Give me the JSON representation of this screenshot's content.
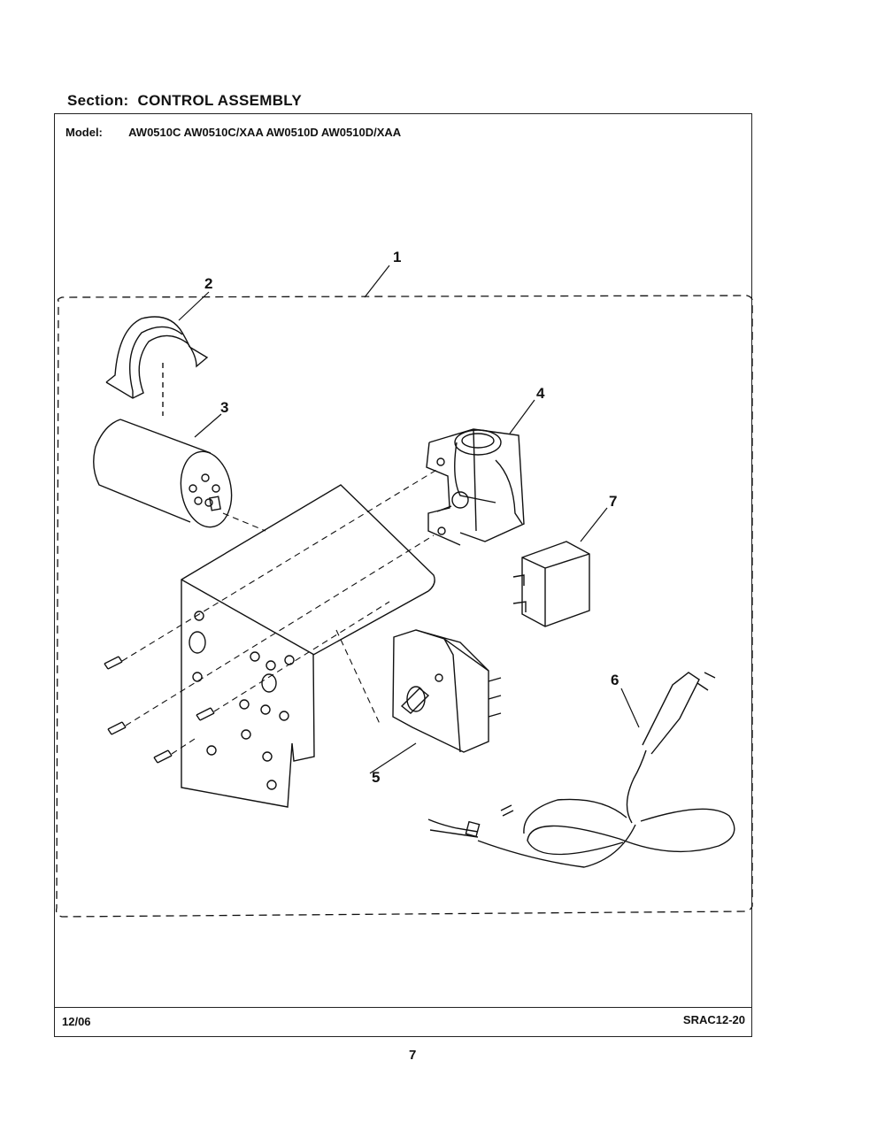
{
  "section": {
    "label": "Section:",
    "title": "CONTROL ASSEMBLY"
  },
  "model": {
    "label": "Model:",
    "numbers": "AW0510C AW0510C/XAA AW0510D AW0510D/XAA"
  },
  "callouts": [
    "1",
    "2",
    "3",
    "4",
    "5",
    "6",
    "7"
  ],
  "footer": {
    "date": "12/06",
    "doc_number": "SRAC12-20"
  },
  "page_number": "7"
}
